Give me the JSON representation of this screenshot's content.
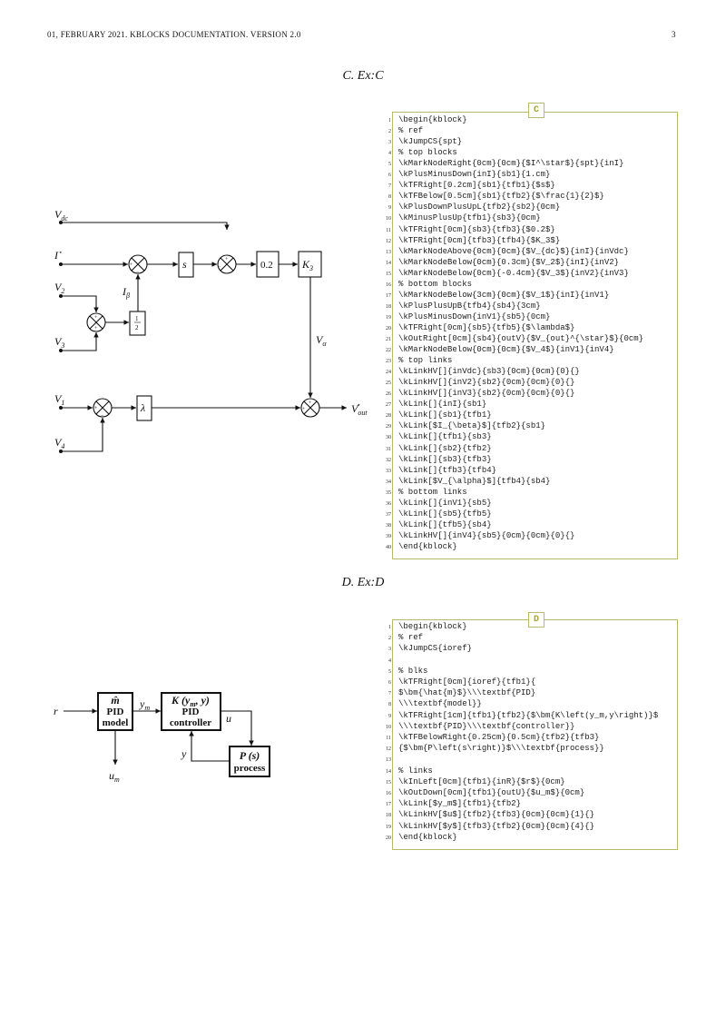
{
  "header": {
    "left": "01, FEBRUARY 2021. KBLOCKS DOCUMENTATION. VERSION 2.0",
    "page": "3"
  },
  "sections": [
    {
      "heading": "C. Ex:C",
      "tab": "C",
      "code": [
        "\\begin{kblock}",
        "% ref",
        "\\kJumpCS{spt}",
        "% top blocks",
        "\\kMarkNodeRight{0cm}{0cm}{$I^\\star$}{spt}{inI}",
        "\\kPlusMinusDown{inI}{sb1}{1.cm}",
        "\\kTFRight[0.2cm]{sb1}{tfb1}{$s$}",
        "\\kTFBelow[0.5cm]{sb1}{tfb2}{$\\frac{1}{2}$}",
        "\\kPlusDownPlusUpL{tfb2}{sb2}{0cm}",
        "\\kMinusPlusUp{tfb1}{sb3}{0cm}",
        "\\kTFRight[0cm]{sb3}{tfb3}{$0.2$}",
        "\\kTFRight[0cm]{tfb3}{tfb4}{$K_3$}",
        "\\kMarkNodeAbove{0cm}{0cm}{$V_{dc}$}{inI}{inVdc}",
        "\\kMarkNodeBelow{0cm}{0.3cm}{$V_2$}{inI}{inV2}",
        "\\kMarkNodeBelow{0cm}{-0.4cm}{$V_3$}{inV2}{inV3}",
        "% bottom blocks",
        "\\kMarkNodeBelow{3cm}{0cm}{$V_1$}{inI}{inV1}",
        "\\kPlusPlusUpB{tfb4}{sb4}{3cm}",
        "\\kPlusMinusDown{inV1}{sb5}{0cm}",
        "\\kTFRight[0cm]{sb5}{tfb5}{$\\lambda$}",
        "\\kOutRight[0cm]{sb4}{outV}{$V_{out}^{\\star}$}{0cm}",
        "\\kMarkNodeBelow{0cm}{0cm}{$V_4$}{inV1}{inV4}",
        "% top links",
        "\\kLinkHV[]{inVdc}{sb3}{0cm}{0cm}{0}{}",
        "\\kLinkHV[]{inV2}{sb2}{0cm}{0cm}{0}{}",
        "\\kLinkHV[]{inV3}{sb2}{0cm}{0cm}{0}{}",
        "\\kLink[]{inI}{sb1}",
        "\\kLink[]{sb1}{tfb1}",
        "\\kLink[$I_{\\beta}$]{tfb2}{sb1}",
        "\\kLink[]{tfb1}{sb3}",
        "\\kLink[]{sb2}{tfb2}",
        "\\kLink[]{sb3}{tfb3}",
        "\\kLink[]{tfb3}{tfb4}",
        "\\kLink[$V_{\\alpha}$]{tfb4}{sb4}",
        "% bottom links",
        "\\kLink[]{inV1}{sb5}",
        "\\kLink[]{sb5}{tfb5}",
        "\\kLink[]{tfb5}{sb4}",
        "\\kLinkHV[]{inV4}{sb5}{0cm}{0cm}{0}{}",
        "\\end{kblock}"
      ]
    },
    {
      "heading": "D. Ex:D",
      "tab": "D",
      "code": [
        "\\begin{kblock}",
        "% ref",
        "\\kJumpCS{ioref}",
        "",
        "% blks",
        "\\kTFRight[0cm]{ioref}{tfb1}{",
        "$\\bm{\\hat{m}$}\\\\\\textbf{PID}",
        "\\\\\\textbf{model}}",
        "\\kTFRight[1cm]{tfb1}{tfb2}{$\\bm{K\\left(y_m,y\\right)}$",
        "\\\\\\textbf{PID}\\\\\\textbf{controller}}",
        "\\kTFBelowRight{0.25cm}{0.5cm}{tfb2}{tfb3}",
        "{$\\bm{P\\left(s\\right)}$\\\\\\textbf{process}}",
        "",
        "% links",
        "\\kInLeft[0cm]{tfb1}{inR}{$r$}{0cm}",
        "\\kOutDown[0cm]{tfb1}{outU}{$u_m$}{0cm}",
        "\\kLink[$y_m$]{tfb1}{tfb2}",
        "\\kLinkHV[$u$]{tfb2}{tfb3}{0cm}{0cm}{1}{}",
        "\\kLinkHV[$y$]{tfb3}{tfb2}{0cm}{0cm}{4}{}",
        "\\end{kblock}"
      ]
    }
  ],
  "diagram_c": {
    "inputs": {
      "vdc": [
        "V",
        "dc"
      ],
      "istar": [
        "I",
        "⋆"
      ],
      "v2": [
        "V",
        "2"
      ],
      "v3": [
        "V",
        "3"
      ],
      "v1": [
        "V",
        "1"
      ],
      "v4": [
        "V",
        "4"
      ]
    },
    "blocks": {
      "s": "s",
      "half_num": "1",
      "half_den": "2",
      "gain": "0.2",
      "k3": [
        "K",
        "3"
      ],
      "lambda": "λ"
    },
    "links": {
      "ibeta": [
        "I",
        "β"
      ],
      "valpha": [
        "V",
        "α"
      ],
      "vout": [
        "V",
        "out",
        "⋆"
      ]
    }
  },
  "diagram_d": {
    "r": "r",
    "ym": [
      "y",
      "m"
    ],
    "u": "u",
    "y": "y",
    "um": [
      "u",
      "m"
    ],
    "model": {
      "sym": "m̂",
      "l1": "PID",
      "l2": "model"
    },
    "controller": {
      "sym": "K (y",
      "sub": "m",
      "rest": ", y)",
      "l1": "PID",
      "l2": "controller"
    },
    "process": {
      "sym": "P (s)",
      "l1": "process"
    }
  },
  "colors": {
    "frame": "#b9b96e",
    "tab_text": "#a3a33a"
  }
}
